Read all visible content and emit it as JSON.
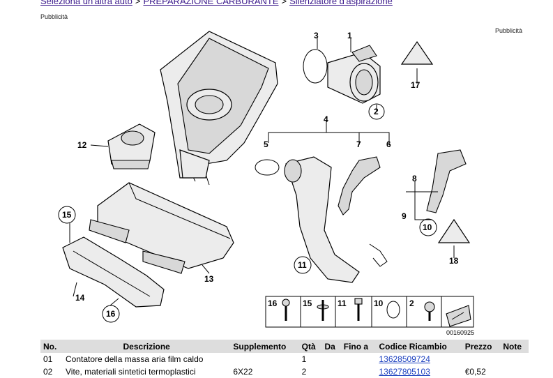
{
  "breadcrumb": {
    "items": [
      "Seleziona un'altra auto",
      "PREPARAZIONE CARBURANTE",
      "Silenziatore d'aspirazione"
    ],
    "separator": ">"
  },
  "ads": {
    "left": "Pubblicità",
    "right": "Pubblicità"
  },
  "diagram": {
    "labels": [
      "1",
      "2",
      "3",
      "4",
      "5",
      "6",
      "7",
      "8",
      "9",
      "10",
      "11",
      "12",
      "13",
      "14",
      "15",
      "16",
      "17",
      "18"
    ],
    "strip_labels": [
      "16",
      "15",
      "11",
      "10",
      "2"
    ],
    "image_code": "00160925"
  },
  "table": {
    "headers": [
      "No.",
      "Descrizione",
      "Supplemento",
      "Qtà",
      "Da",
      "Fino a",
      "Codice Ricambio",
      "Prezzo",
      "Note"
    ],
    "rows": [
      [
        "01",
        "Contatore della massa aria film caldo",
        "",
        "1",
        "",
        "",
        "13628509724",
        "",
        ""
      ],
      [
        "02",
        "Vite, materiali sintetici termoplastici",
        "6X22",
        "2",
        "",
        "",
        "13627805103",
        "€0,52",
        ""
      ]
    ]
  }
}
